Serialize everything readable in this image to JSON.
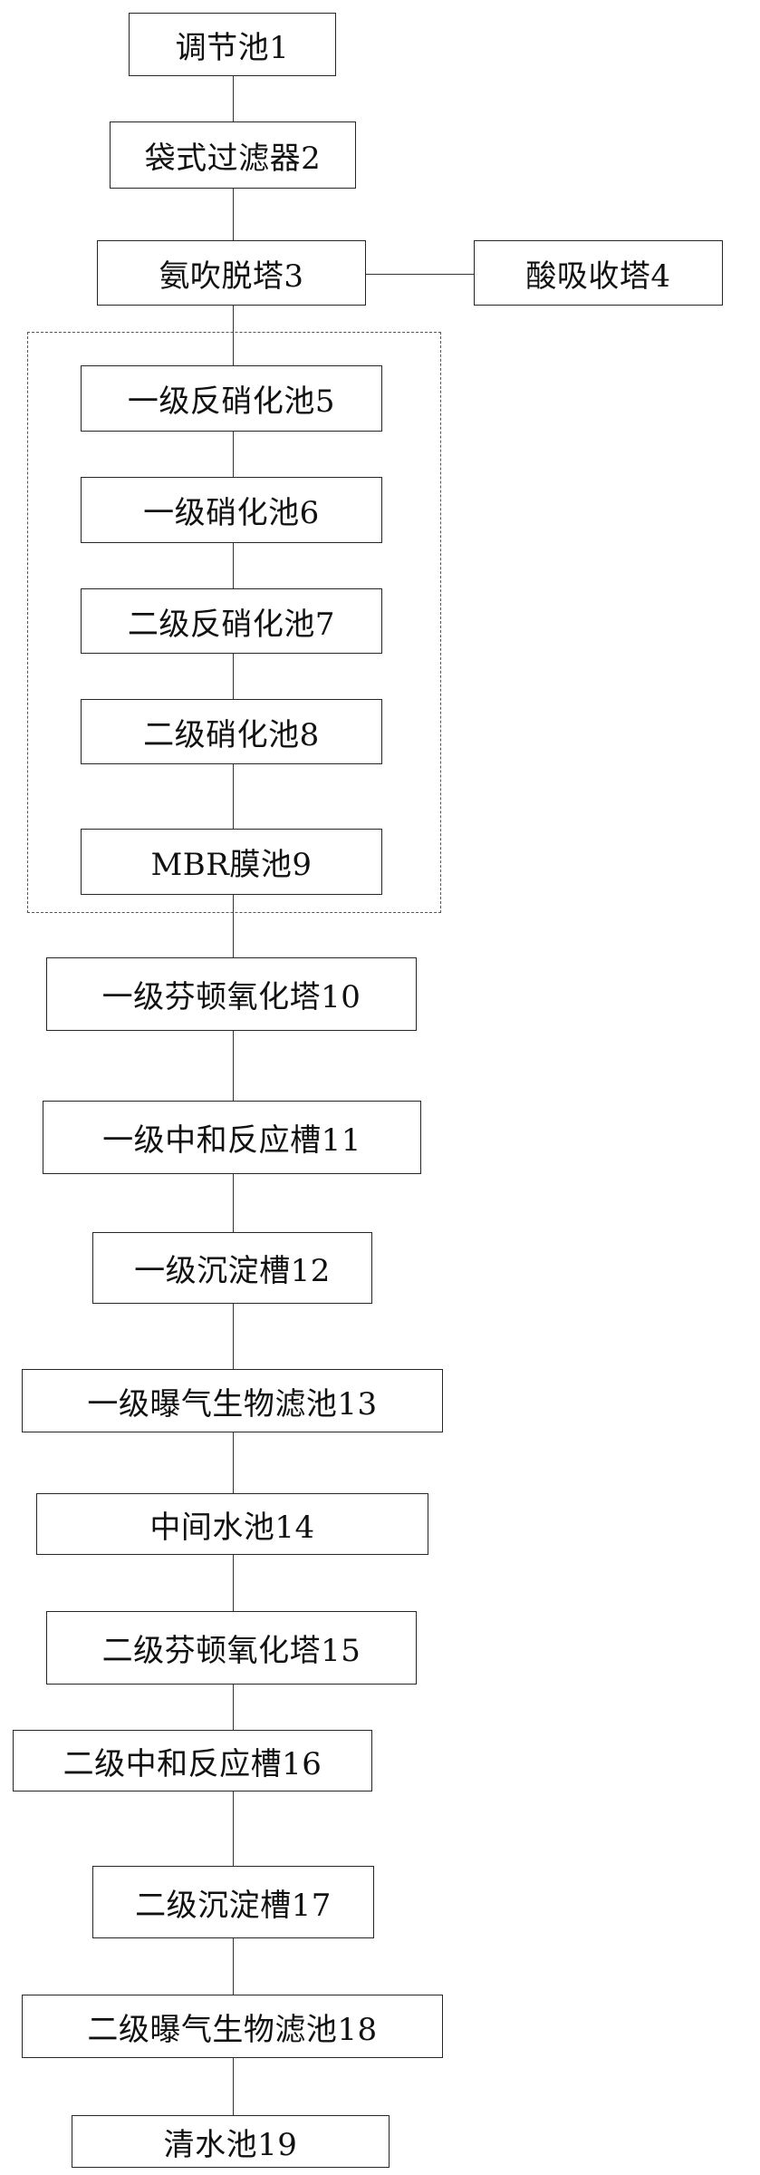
{
  "steps": {
    "s1": "调节池1",
    "s2": "袋式过滤器2",
    "s3": "氨吹脱塔3",
    "s4": "酸吸收塔4",
    "s5": "一级反硝化池5",
    "s6": "一级硝化池6",
    "s7": "二级反硝化池7",
    "s8": "二级硝化池8",
    "s9": "MBR膜池9",
    "s10": "一级芬顿氧化塔10",
    "s11": "一级中和反应槽11",
    "s12": "一级沉淀槽12",
    "s13": "一级曝气生物滤池13",
    "s14": "中间水池14",
    "s15": "二级芬顿氧化塔15",
    "s16": "二级中和反应槽16",
    "s17": "二级沉淀槽17",
    "s18": "二级曝气生物滤池18",
    "s19": "清水池19"
  }
}
